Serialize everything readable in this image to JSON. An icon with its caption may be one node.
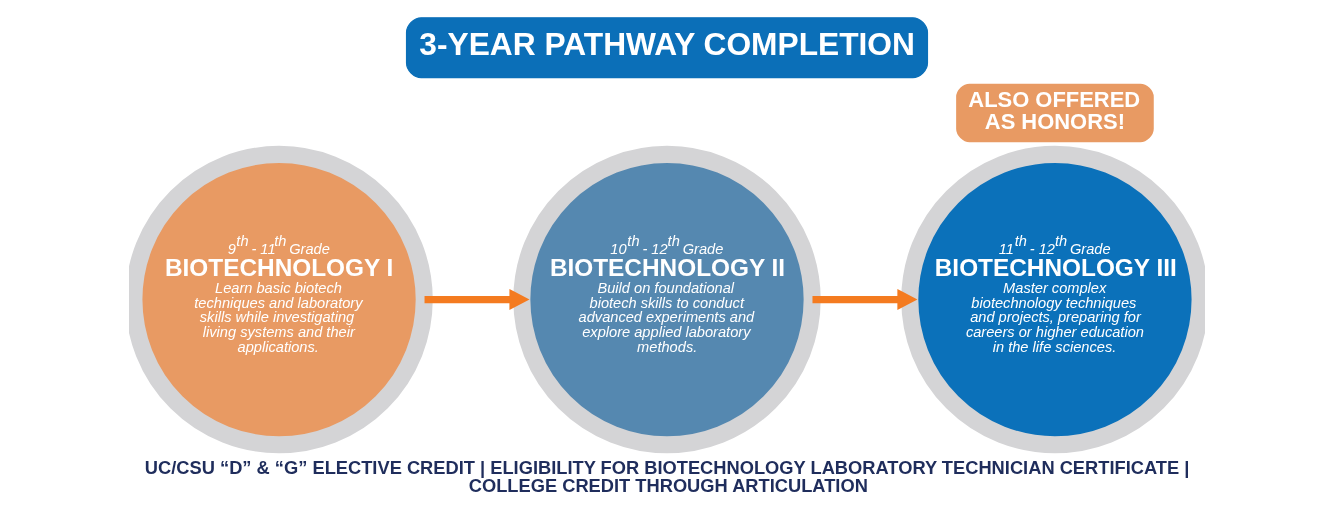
{
  "diagram": {
    "title": "3-YEAR PATHWAY COMPLETION",
    "nodes": [
      {
        "text": [
          "9$^{th}$ - 11$^{th}$ Grade",
          "BIOTECHNOLOGY I",
          "Learn basic biotech techniques and laboratory skills while investigating living systems and their applications."
        ]
      },
      {
        "text": [
          "10$^{th}$ - 12$^{th}$ Grade",
          "BIOTECHNOLOGY II",
          "Build on foundational biotech skills to conduct advanced experiments and explore applied laboratory methods."
        ]
      },
      {
        "text": [
          "11$^{th}$ - 12$^{th}$ Grade",
          "BIOTECHNOLOGY III",
          "Master complex biotechnology techniques and projects, preparing for careers or higher education in the life sciences."
        ]
      },
      {
        "text": [
          "ALSO OFFERED AS HONORS!"
        ]
      }
    ],
    "edges": [
      {
        "from": 0,
        "to": 1,
        "arrow": "to"
      },
      {
        "from": 1,
        "to": 2,
        "arrow": "to"
      }
    ],
    "labels": [
      "UC/CSU “D” & “G” ELECTIVE CREDIT | ELIGIBILITY FOR BIOTECHNOLOGY LABORATORY TECHNICIAN CERTIFICATE | COLLEGE CREDIT THROUGH ARTICULATION"
    ]
  }
}
